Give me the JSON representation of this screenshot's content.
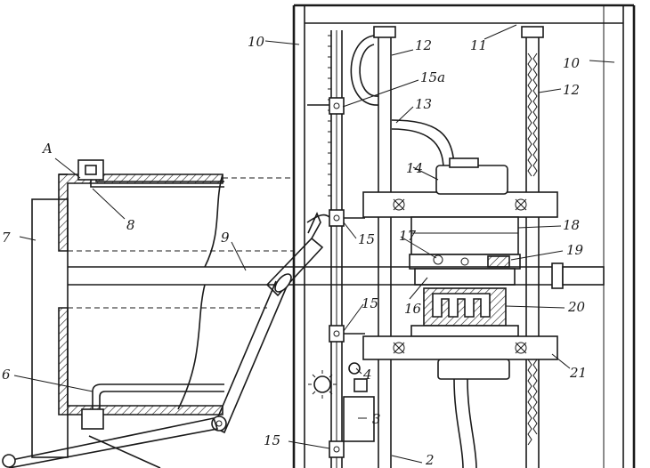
{
  "labels": {
    "l1": "A",
    "l2": "7",
    "l3": "8",
    "l4": "9",
    "l5": "6",
    "l6": "10",
    "l7": "10",
    "l8": "11",
    "l9": "12",
    "l10": "12",
    "l11": "15a",
    "l12": "13",
    "l13": "14",
    "l14": "18",
    "l15": "17",
    "l16": "19",
    "l17": "15",
    "l18": "16",
    "l19": "20",
    "l20": "15",
    "l21": "4",
    "l22": "21",
    "l23": "3",
    "l24": "15",
    "l25": "2"
  }
}
